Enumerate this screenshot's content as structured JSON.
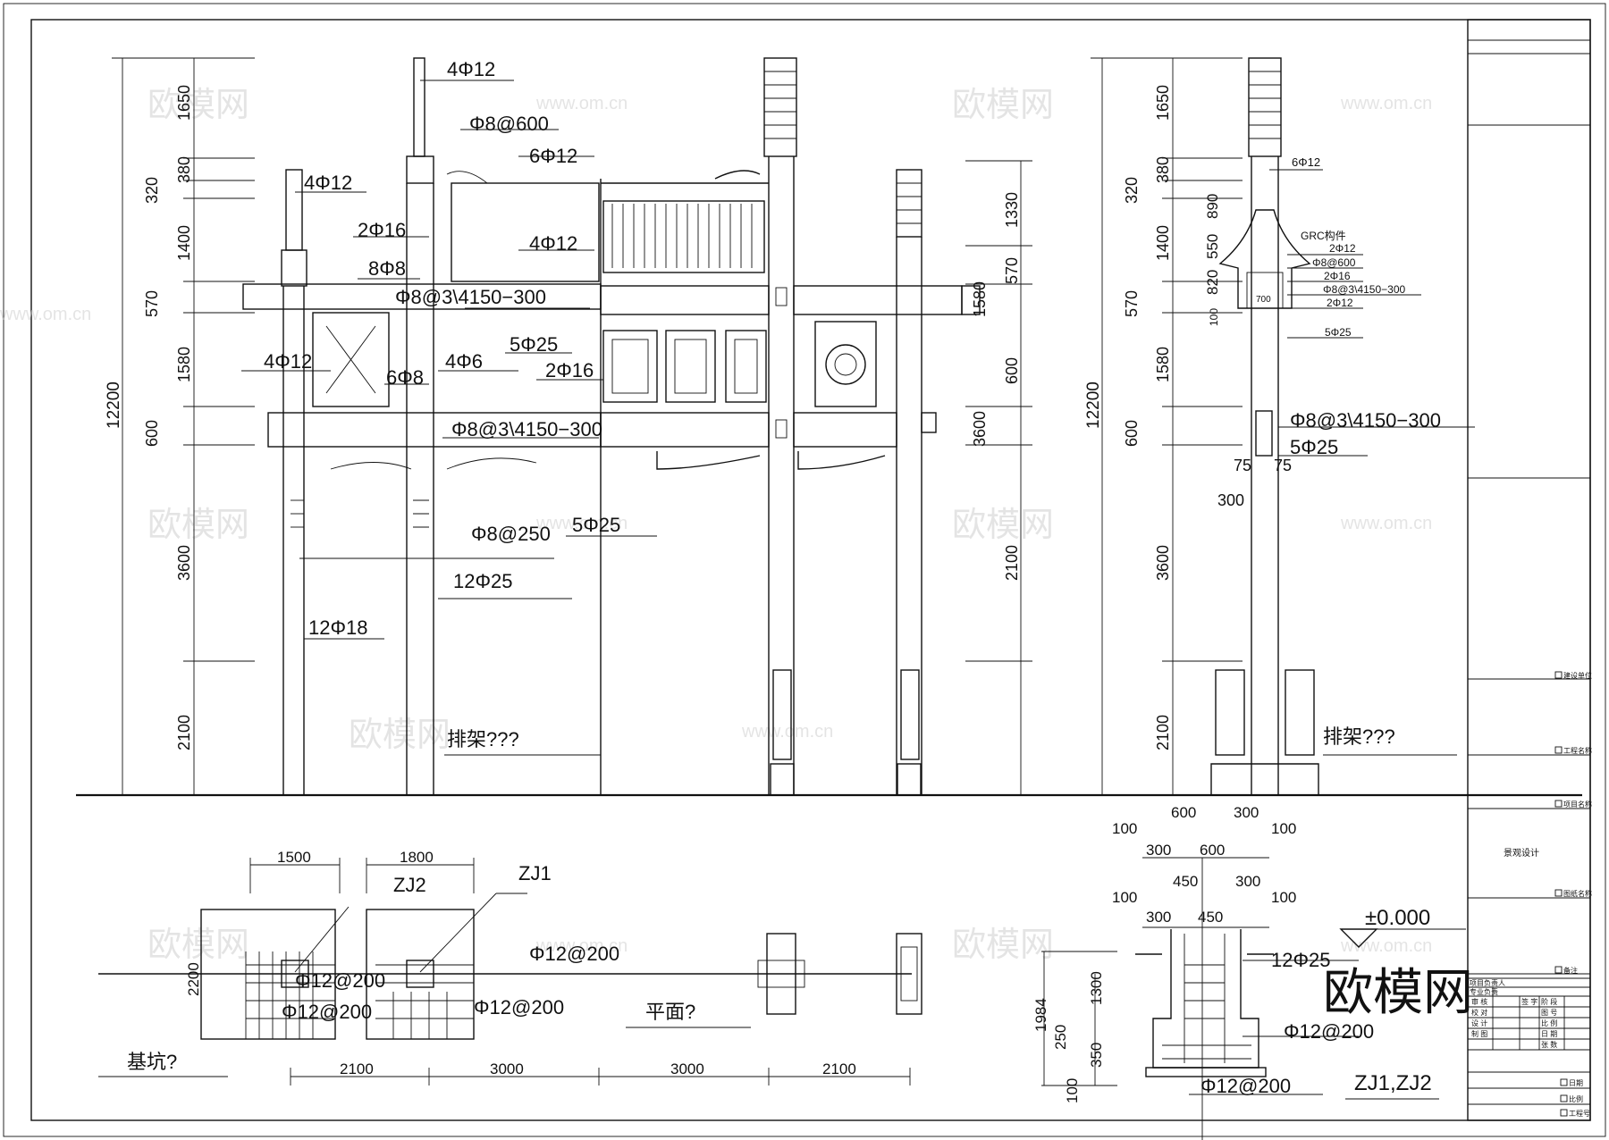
{
  "elevation_front": {
    "overall_dim": "12200",
    "level_dims": [
      "1650",
      "320",
      "380",
      "1400",
      "570",
      "1580",
      "600",
      "3600",
      "2100"
    ],
    "right_level_dims": [
      "1330",
      "570",
      "1580",
      "600",
      "3600",
      "2100"
    ],
    "rebar_labels": [
      "4Φ12",
      "4Φ12",
      "Φ8@600",
      "6Φ12",
      "2Φ16",
      "4Φ12",
      "8Φ8",
      "Φ8@3\\4150−300",
      "5Φ25",
      "4Φ12",
      "4Φ6",
      "6Φ8",
      "2Φ16",
      "Φ8@3\\4150−300",
      "Φ8@250",
      "5Φ25",
      "12Φ25",
      "12Φ18"
    ],
    "title": "排架???"
  },
  "elevation_side": {
    "overall_dim": "12200",
    "level_dims": [
      "1650",
      "320",
      "380",
      "1400",
      "570",
      "1580",
      "600",
      "3600",
      "2100"
    ],
    "detail_dims": [
      "890",
      "550",
      "820",
      "100"
    ],
    "part_label": "GRC构件",
    "small_labels": [
      "6Φ12",
      "2Φ12",
      "Φ8@600",
      "2Φ16",
      "Φ8@3\\4150−300",
      "2Φ12",
      "5Φ25",
      "700"
    ],
    "big_labels": [
      "Φ8@3\\4150−300",
      "5Φ25"
    ],
    "col_dims": [
      "75",
      "75",
      "300"
    ],
    "title": "排架???"
  },
  "plan": {
    "pit_dims": [
      "1500",
      "1800",
      "2200"
    ],
    "tags": [
      "ZJ2",
      "ZJ1"
    ],
    "rebar_labels": [
      "Φ12@200",
      "Φ12@200",
      "Φ12@200",
      "Φ12@200"
    ],
    "pit_title": "基坑?",
    "plan_title": "平面?",
    "spans": [
      "2100",
      "3000",
      "3000",
      "2100"
    ]
  },
  "footing": {
    "top_dims": [
      "600",
      "300",
      "100",
      "100",
      "300",
      "600",
      "450",
      "300",
      "100",
      "100",
      "300",
      "450"
    ],
    "level_mark": "±0.000",
    "height_dims": [
      "1984",
      "1300",
      "250",
      "350",
      "100"
    ],
    "rebar_labels": [
      "12Φ25",
      "Φ12@200",
      "Φ12@200"
    ],
    "title": "ZJ1,ZJ2"
  },
  "title_block": {
    "boxes": [
      "建设单位",
      "工程名称",
      "项目名称"
    ],
    "project": "景观设计",
    "drawing_name_label": "图纸名称",
    "notes_label": "备注",
    "grid_left": [
      "项目负责人",
      "专业负责",
      "审 核",
      "校 对",
      "设 计",
      "制 图"
    ],
    "grid_right": [
      "签 字",
      "图 号",
      "比 例",
      "日 期",
      "张 数"
    ],
    "phase_label": "阶 段",
    "footer": [
      "日期",
      "比例",
      "工程号"
    ]
  },
  "watermark": {
    "brand": "欧模网",
    "url": "www.om.cn"
  }
}
